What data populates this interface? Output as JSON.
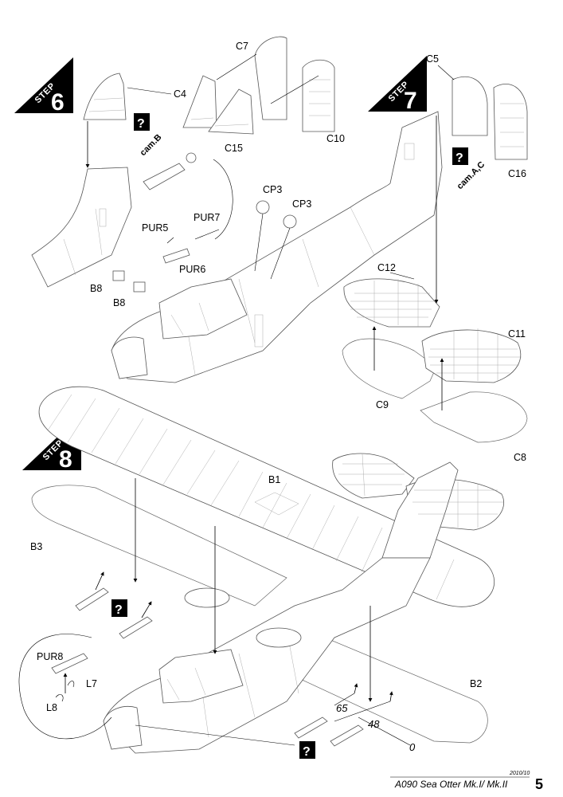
{
  "steps": [
    {
      "word": "STEP",
      "number": "6"
    },
    {
      "word": "STEP",
      "number": "7"
    },
    {
      "word": "STEP",
      "number": "8"
    }
  ],
  "question_mark": "?",
  "camo_refs": {
    "b": "cam.B",
    "ac": "cam.A,C"
  },
  "parts": {
    "c7": "C7",
    "c4": "C4",
    "c15": "C15",
    "c10": "C10",
    "c5": "C5",
    "c16": "C16",
    "cp3_a": "CP3",
    "cp3_b": "CP3",
    "pur5": "PUR5",
    "pur7": "PUR7",
    "pur6": "PUR6",
    "b8_a": "B8",
    "b8_b": "B8",
    "c12": "C12",
    "c11": "C11",
    "c9": "C9",
    "c8": "C8",
    "b1": "B1",
    "b3": "B3",
    "b2": "B2",
    "pur8": "PUR8",
    "l7": "L7",
    "l8": "L8"
  },
  "dimensions": {
    "d65": "65",
    "d48": "48",
    "d0": "0"
  },
  "footer": {
    "date": "2010/10",
    "title": "A090 Sea Otter Mk.I/ Mk.II",
    "page": "5"
  },
  "colors": {
    "ink": "#000000",
    "line": "#555555",
    "paper": "#ffffff"
  }
}
